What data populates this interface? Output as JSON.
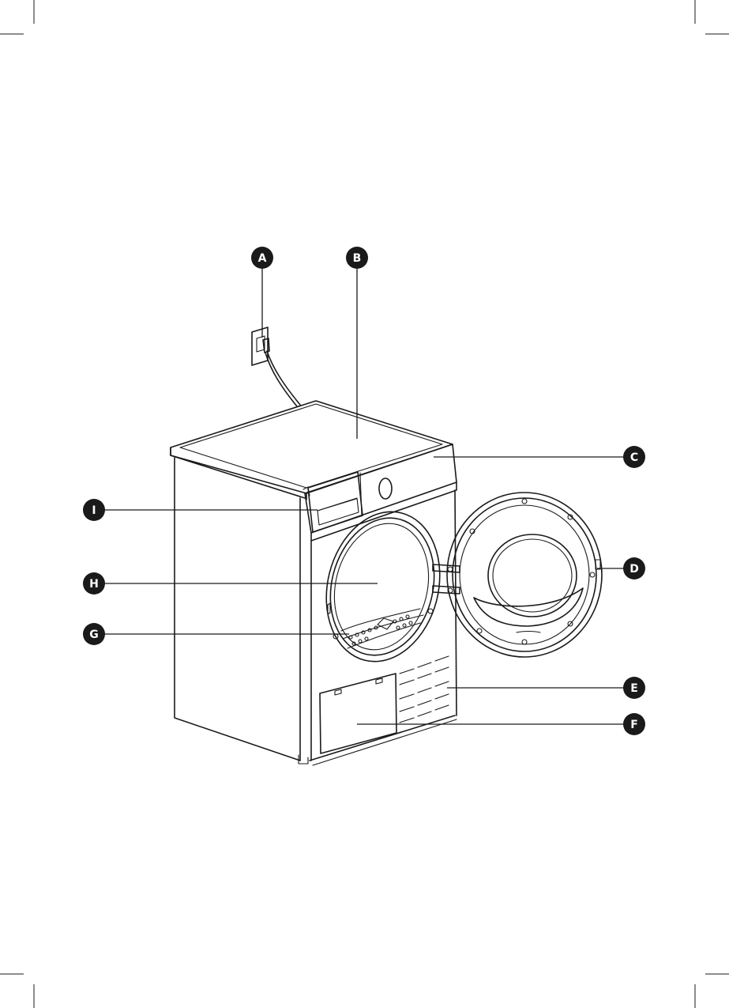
{
  "callouts": [
    {
      "id": "A",
      "label": "A"
    },
    {
      "id": "B",
      "label": "B"
    },
    {
      "id": "C",
      "label": "C"
    },
    {
      "id": "D",
      "label": "D"
    },
    {
      "id": "E",
      "label": "E"
    },
    {
      "id": "F",
      "label": "F"
    },
    {
      "id": "G",
      "label": "G"
    },
    {
      "id": "H",
      "label": "H"
    },
    {
      "id": "I",
      "label": "I"
    }
  ],
  "colors": {
    "ink": "#1a1a1a",
    "background": "#ffffff",
    "badge_text": "#ffffff"
  }
}
